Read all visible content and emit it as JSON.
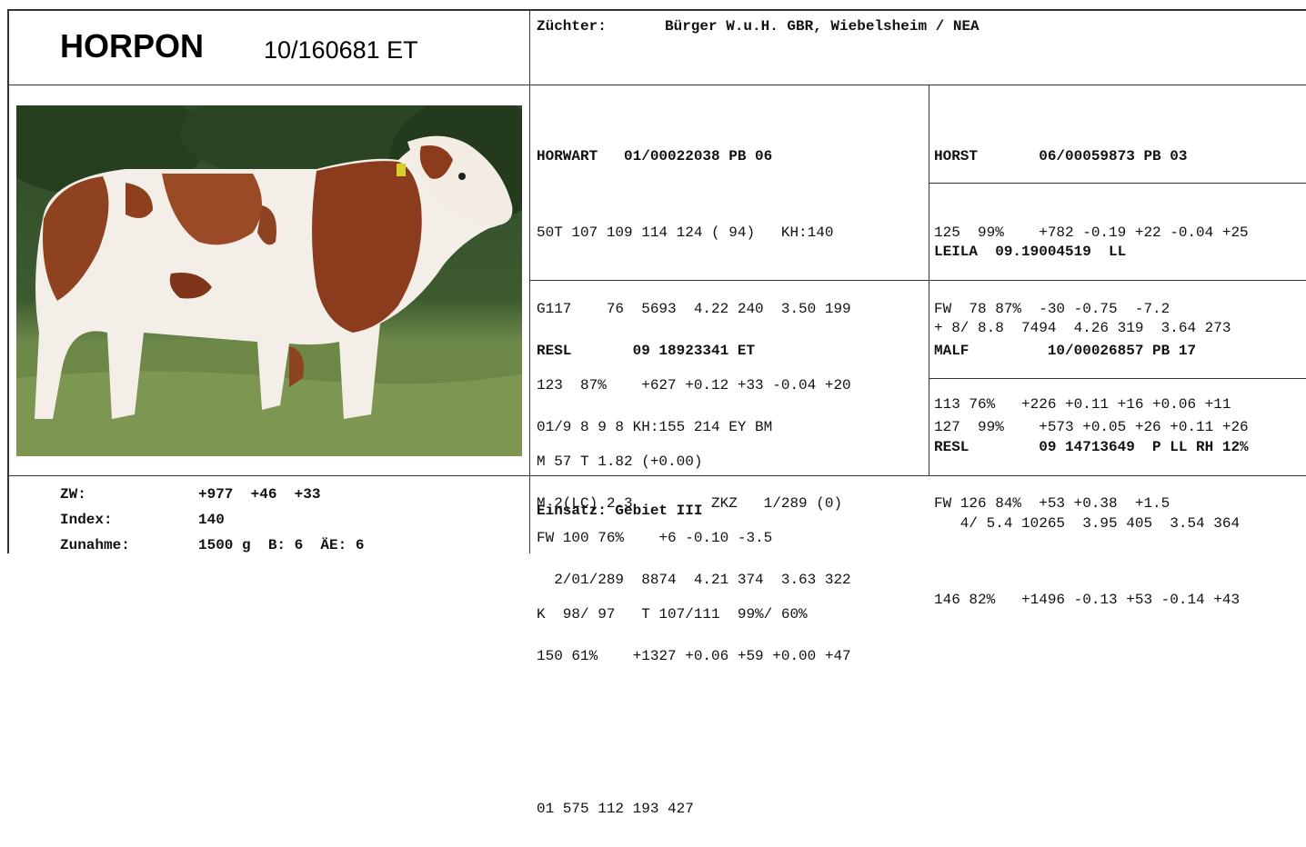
{
  "header": {
    "bull_name": "HORPON",
    "bull_id": "10/160681 ET",
    "breeder_label": "Züchter:",
    "breeder_value": "Bürger W.u.H. GBR, Wiebelsheim / NEA"
  },
  "sire": {
    "lines": [
      "HORWART   01/00022038 PB 06",
      "50T 107 109 114 124 ( 94)   KH:140",
      "G117    76  5693  4.22 240  3.50 199",
      "123  87%    +627 +0.12 +33 -0.04 +20",
      "M 57 T 1.82 (+0.00)",
      "FW 100 76%    +6 -0.10 -3.5",
      "K  98/ 97   T 107/111  99%/ 60%"
    ]
  },
  "dam": {
    "lines": [
      "RESL       09 18923341 ET",
      "01/9 8 9 8 KH:155 214 EY BM",
      "M 2(LC) 2.3         ZKZ   1/289 (0)",
      "  2/01/289  8874  4.21 374  3.63 322",
      "150 61%    +1327 +0.06 +59 +0.00 +47",
      "",
      "01 575 112 193 427"
    ]
  },
  "sire_sire": {
    "lines": [
      "HORST       06/00059873 PB 03",
      "125  99%    +782 -0.19 +22 -0.04 +25",
      "FW  78 87%  -30 -0.75  -7.2"
    ]
  },
  "sire_dam": {
    "lines": [
      "LEILA  09.19004519  LL",
      "+ 8/ 8.8  7494  4.26 319  3.64 273",
      "113 76%   +226 +0.11 +16 +0.06 +11"
    ]
  },
  "dam_sire": {
    "lines": [
      "MALF         10/00026857 PB 17",
      "127  99%    +573 +0.05 +26 +0.11 +26",
      "FW 126 84%  +53 +0.38  +1.5"
    ]
  },
  "dam_dam": {
    "lines": [
      "RESL        09 14713649  P LL RH 12%",
      "   4/ 5.4 10265  3.95 405  3.54 364",
      "146 82%   +1496 -0.13 +53 -0.14 +43"
    ]
  },
  "footer": {
    "zw_label": "ZW:",
    "zw_value": "+977  +46  +33",
    "index_label": "Index:",
    "index_value": "140",
    "gain_label": "Zunahme:",
    "gain_value": "1500 g  B: 6  ÄE: 6",
    "usage": "Einsatz: Gebiet III"
  },
  "photo": {
    "subject": "simmental-bull-photo"
  }
}
